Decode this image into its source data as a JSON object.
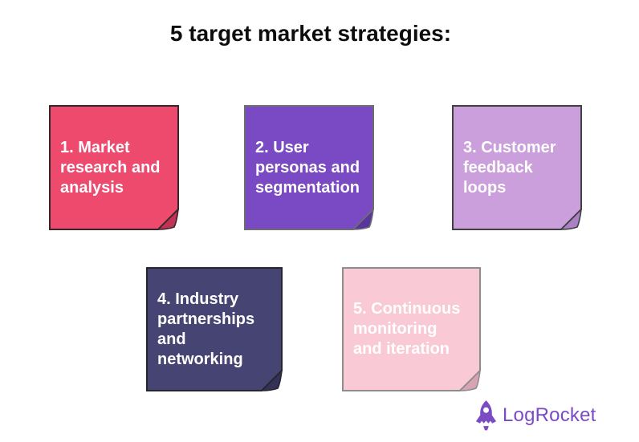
{
  "title": "5 target market strategies:",
  "text_color": "#ffffff",
  "notes": [
    {
      "text": "1. Market\nresearch and\nanalysis",
      "fill": "#ee4a6e",
      "fold": "#c23256",
      "stroke": "#38262b"
    },
    {
      "text": "2. User\npersonas and\nsegmentation",
      "fill": "#7a4ac4",
      "fold": "#5a35a0",
      "stroke": "#6d6d6d"
    },
    {
      "text": "3. Customer\nfeedback\nloops",
      "fill": "#ca9fdb",
      "fold": "#a981c4",
      "stroke": "#414141"
    },
    {
      "text": "4. Industry\npartnerships\nand\nnetworking",
      "fill": "#454473",
      "fold": "#333158",
      "stroke": "#26262c"
    },
    {
      "text": "5. Continuous\nmonitoring\nand iteration",
      "fill": "#f9cad5",
      "fold": "#d8a3b3",
      "stroke": "#8d8d8d"
    }
  ],
  "logo": {
    "text": "LogRocket",
    "color": "#7a4bc5",
    "icon": "rocket-icon"
  }
}
